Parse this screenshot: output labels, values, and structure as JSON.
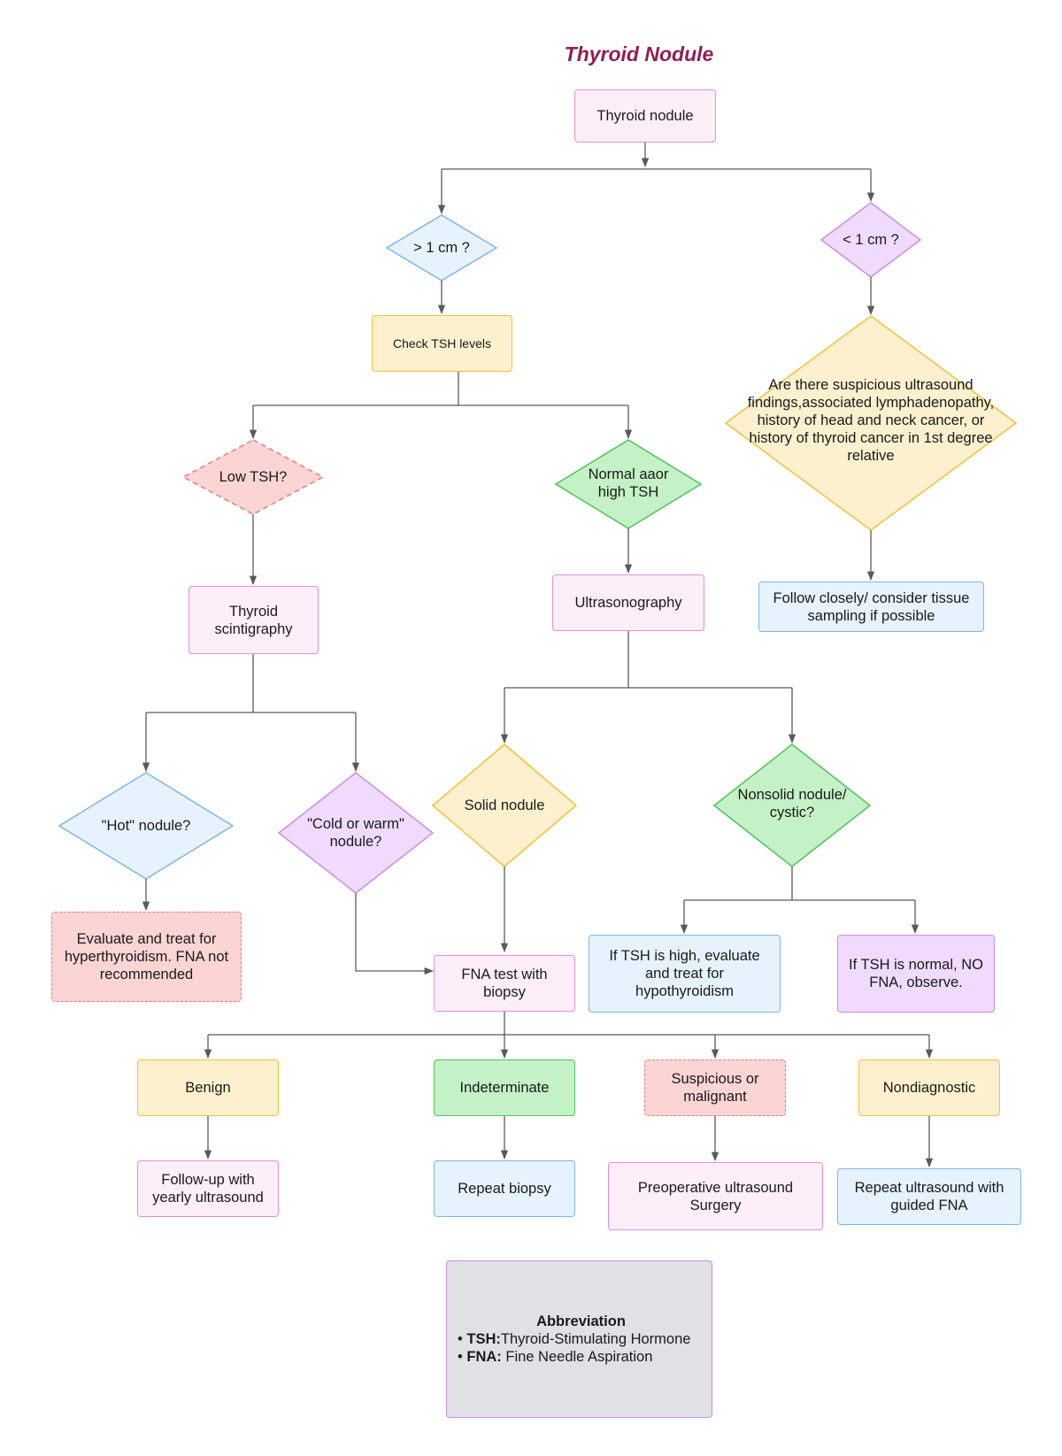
{
  "title": "Thyroid Nodule",
  "nodes": {
    "start": "Thyroid nodule",
    "gt1": "> 1 cm ?",
    "lt1": "< 1 cm ?",
    "check_tsh": "Check TSH levels",
    "suspicious_q": "Are there suspicious ultrasound findings,associated lymphadenopathy, history of head and neck cancer, or history of thyroid cancer in 1st degree relative",
    "low_tsh": "Low TSH?",
    "normal_tsh": "Normal aaor high TSH",
    "follow_closely": "Follow closely/ consider tissue sampling if possible",
    "scintigraphy": "Thyroid scintigraphy",
    "ultrasonography": "Ultrasonography",
    "hot": "\"Hot\" nodule?",
    "cold": "\"Cold or warm\" nodule?",
    "solid": "Solid nodule",
    "nonsolid": "Nonsolid nodule/  cystic?",
    "hyperthyroid": "Evaluate and treat for hyperthyroidism. FNA not recommended",
    "fna": "FNA test with biopsy",
    "hypothyroid": "If TSH is high, evaluate and treat for hypothyroidism",
    "tsh_normal": "If TSH is normal, NO FNA, observe.",
    "benign": "Benign",
    "indeterminate": "Indeterminate",
    "suspicious": "Suspicious or malignant",
    "nondiagnostic": "Nondiagnostic",
    "followup": "Follow-up with yearly ultrasound",
    "repeat_biopsy": "Repeat biopsy",
    "preop": "Preoperative ultrasound Surgery",
    "repeat_us": "Repeat  ultrasound with guided FNA"
  },
  "abbreviation": {
    "heading": "Abbreviation",
    "items": [
      {
        "bullet": "•",
        "term": "TSH:",
        "definition": "Thyroid-Stimulating Hormone"
      },
      {
        "bullet": "•",
        "term": "FNA:",
        "definition": " Fine Needle Aspiration"
      }
    ]
  },
  "colors": {
    "title": "#8e1f56",
    "connector": "#5a5a5a",
    "pink": "#fdeef8",
    "yellow": "#fdf0cf",
    "blue": "#e6f2fd",
    "green": "#c4f1c5",
    "red": "#fbd4d4",
    "violet": "#f0dafd",
    "gray": "#dfe1e5"
  }
}
